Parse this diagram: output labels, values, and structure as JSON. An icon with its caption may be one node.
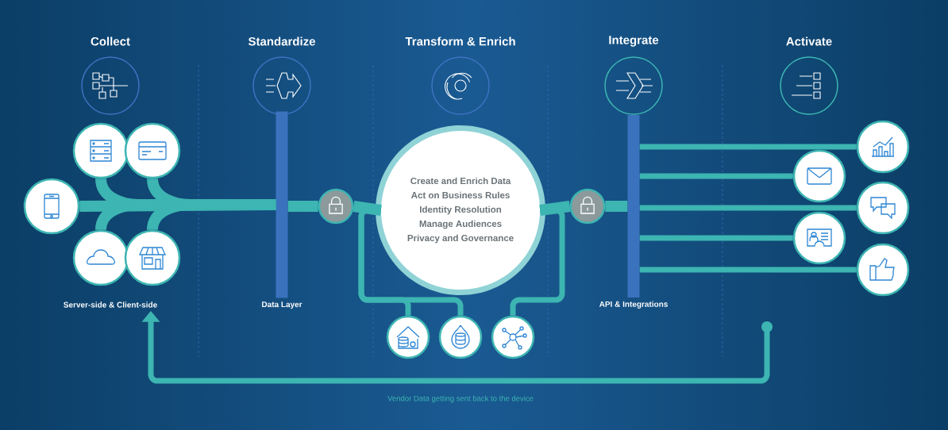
{
  "diagram": {
    "nodes": [
      {
        "text": [],
        "shape": "circle"
      },
      {
        "text": [],
        "shape": "circle"
      },
      {
        "text": [],
        "shape": "circle"
      },
      {
        "text": [],
        "shape": "circle"
      },
      {
        "text": [],
        "shape": "circle"
      },
      {
        "text": [
          "Server-side & Client-side"
        ]
      },
      {
        "text": [],
        "shape": "bar",
        "beside": [
          "Data Layer"
        ]
      },
      {
        "text": [],
        "shape": "circle"
      },
      {
        "text": [
          "Create and Enrich Data",
          "Act on Business Rules",
          "Identity Resolution",
          "Manage Audiences",
          "Privacy and Governance"
        ]
      },
      {
        "text": [],
        "shape": "circle"
      },
      {
        "text": [],
        "shape": "bar",
        "beside": [
          "API & Integrations"
        ]
      },
      {
        "text": [],
        "shape": "circle"
      },
      {
        "text": [],
        "shape": "circle"
      },
      {
        "text": [],
        "shape": "circle"
      },
      {
        "text": [],
        "shape": "circle"
      },
      {
        "text": [],
        "shape": "circle"
      },
      {
        "text": [],
        "shape": "circle"
      },
      {
        "text": [],
        "shape": "circle"
      },
      {
        "text": [],
        "shape": "circle"
      }
    ],
    "edges": [
      {
        "from": 0,
        "to": 6,
        "arrow": "none",
        "style": "thick"
      },
      {
        "from": 1,
        "to": 6,
        "arrow": "none",
        "style": "thick"
      },
      {
        "from": 2,
        "to": 6,
        "arrow": "none",
        "style": "thick"
      },
      {
        "from": 3,
        "to": 6,
        "arrow": "none",
        "style": "thick"
      },
      {
        "from": 4,
        "to": 6,
        "arrow": "none",
        "style": "thick"
      },
      {
        "from": 6,
        "to": 7,
        "arrow": "none",
        "style": "thick"
      },
      {
        "from": 7,
        "to": 8,
        "arrow": "none",
        "style": "thick"
      },
      {
        "from": 8,
        "to": 9,
        "arrow": "none",
        "style": "thick"
      },
      {
        "from": 9,
        "to": 10,
        "arrow": "none",
        "style": "thick"
      },
      {
        "from": 10,
        "to": 11,
        "arrow": "none"
      },
      {
        "from": 10,
        "to": 12,
        "arrow": "none"
      },
      {
        "from": 10,
        "to": 13,
        "arrow": "none"
      },
      {
        "from": 10,
        "to": 14,
        "arrow": "none"
      },
      {
        "from": 10,
        "to": 15,
        "arrow": "none"
      },
      {
        "from": 8,
        "to": 16,
        "arrow": "none"
      },
      {
        "from": 8,
        "to": 17,
        "arrow": "none"
      },
      {
        "from": 8,
        "to": 18,
        "arrow": "none"
      },
      {
        "from": null,
        "to": 5,
        "arrow": "to",
        "label": "Vendor Data getting sent back to the device"
      }
    ],
    "labels": [
      "Collect",
      "Standardize",
      "Transform & Enrich",
      "Integrate",
      "Activate"
    ]
  }
}
